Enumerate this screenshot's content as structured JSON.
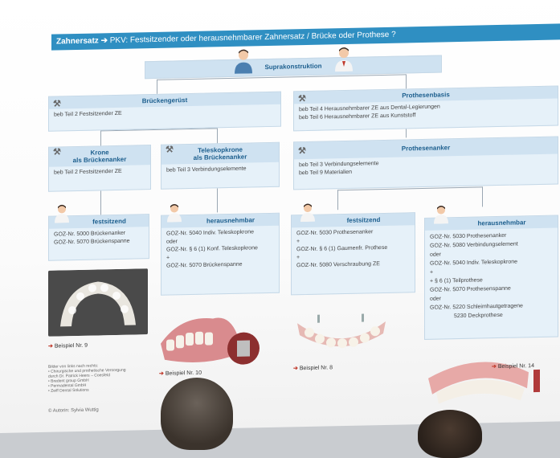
{
  "title": {
    "bold": "Zahnersatz ➔",
    "rest": " PKV: Festsitzender oder herausnehmbarer Zahnersatz / Brücke oder Prothese ?"
  },
  "supra": {
    "label": "Suprakonstruktion"
  },
  "brueckengeruest": {
    "head": "Brückengerüst",
    "line1": "beb Teil 2   Festsitzender ZE"
  },
  "prothesenbasis": {
    "head": "Prothesenbasis",
    "line1": "beb Teil 4   Herausnehmbarer ZE aus Dental-Legierungen",
    "line2": "beb Teil 6   Herausnehmbarer ZE aus Kunststoff"
  },
  "krone": {
    "head1": "Krone",
    "head2": "als Brückenanker",
    "line1": "beb Teil 2   Festsitzender ZE"
  },
  "telesko": {
    "head1": "Teleskopkrone",
    "head2": "als Brückenanker",
    "line1": "beb Teil 3   Verbindungselemente"
  },
  "prothesenanker": {
    "head": "Prothesenanker",
    "line1": "beb Teil 3   Verbindungselemente",
    "line2": "beb Teil 9   Materialien"
  },
  "fest1": {
    "head": "festsitzend",
    "line1": "GOZ-Nr. 5000   Brückenanker",
    "line2": "GOZ-Nr. 5070   Brückenspanne"
  },
  "heraus1": {
    "head": "herausnehmbar",
    "line1": "GOZ-Nr. 5040   Indiv. Teleskopkrone",
    "line2": "oder",
    "line3": "GOZ-Nr. § 6 (1) Konf. Teleskopkrone",
    "line4": "+",
    "line5": "GOZ-Nr. 5070   Brückenspanne"
  },
  "fest2": {
    "head": "festsitzend",
    "line1": "GOZ-Nr. 5030   Prothesenanker",
    "line2": "+",
    "line3": "GOZ-Nr. § 6 (1) Gaumenfr. Prothese",
    "line4": "+",
    "line5": "GOZ-Nr. 5080   Verschraubung ZE"
  },
  "heraus2": {
    "head": "herausnehmbar",
    "line1": "GOZ-Nr. 5030   Prothesenanker",
    "line2": "GOZ-Nr. 5080   Verbindungselement",
    "line3": "oder",
    "line4": "GOZ-Nr. 5040   Indiv. Teleskopkrone",
    "line5": "+",
    "line6": "+ § 6 (1) Teilprothese",
    "line7": "GOZ-Nr. 5070 Prothesenspanne",
    "line8": "oder",
    "line9": "GOZ-Nr. 5220   Schleimhautgetragene",
    "line10": "5230   Deckprothese"
  },
  "beispiele": {
    "b9": "Beispiel Nr. 9",
    "b10": "Beispiel Nr. 10",
    "b8": "Beispiel Nr. 8",
    "b14": "Beispiel Nr. 14"
  },
  "footer": {
    "l1": "Bilder von links nach rechts:",
    "l2": "• Chirurgische und prothetische Versorgung",
    "l3": "  durch Dr. Patrick Heers – Coesfeld",
    "l4": "• Bredent group GmbH",
    "l5": "• Permadental GmbH",
    "l6": "• Zeiff Dental Solutions",
    "author": "© Autorin: Sylvia Wuttig"
  },
  "colors": {
    "accent": "#2f8fc2",
    "box": "#e6f1f9",
    "boxhead": "#cfe2f1"
  }
}
